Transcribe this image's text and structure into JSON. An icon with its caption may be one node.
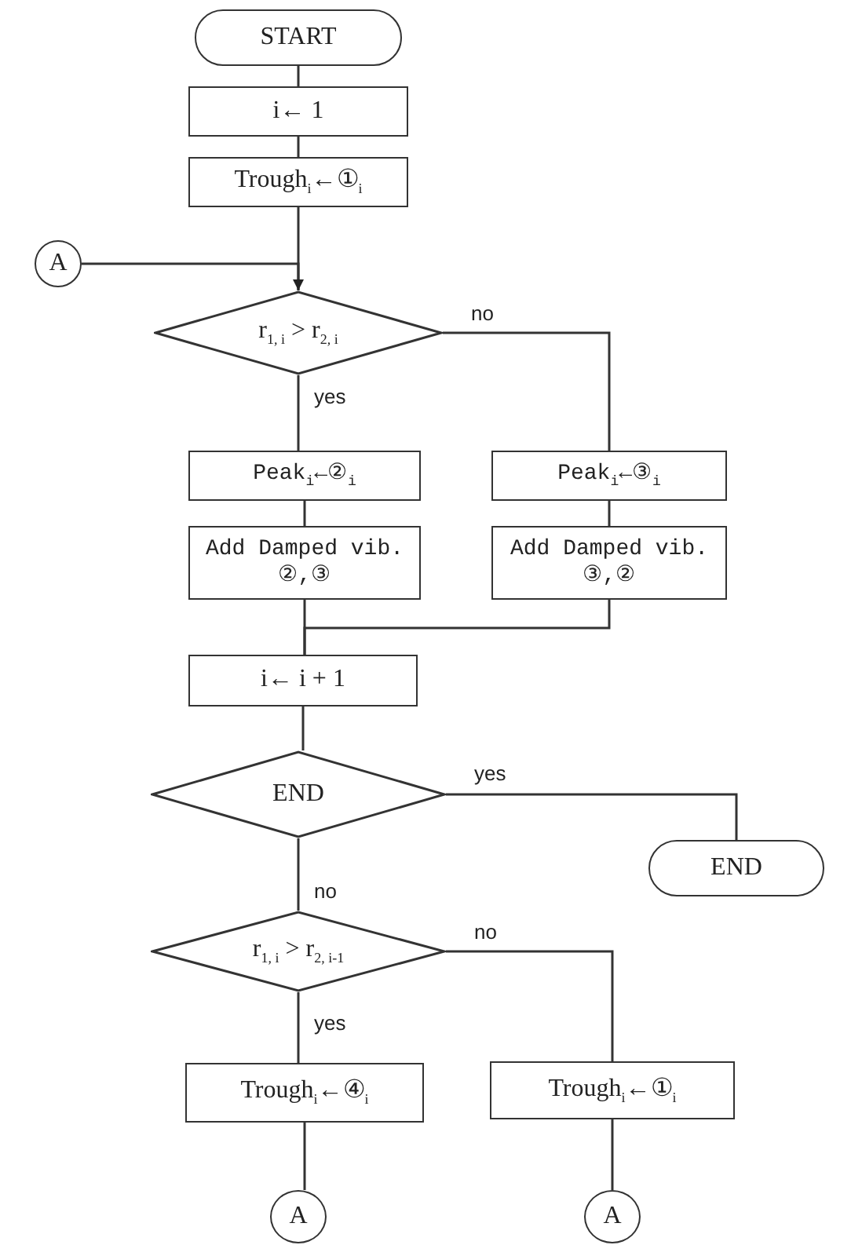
{
  "diagram": {
    "nodes": [
      {
        "text": [
          "START"
        ]
      },
      {
        "text": [
          "i← 1"
        ]
      },
      {
        "text": [
          "Trough$_{i}$←①$_{i}$"
        ]
      },
      {
        "text": [
          "A"
        ]
      },
      {
        "text": [
          "r$_{1, i}$ > r$_{2, i}$"
        ]
      },
      {
        "text": [
          "Peak$_{i}$←②$_{i}$"
        ]
      },
      {
        "text": [
          "Add Damped vib. ②,③"
        ]
      },
      {
        "text": [
          "Peak$_{i}$←③$_{i}$"
        ]
      },
      {
        "text": [
          "Add Damped vib. ③,②"
        ]
      },
      {
        "text": [
          "i← i + 1"
        ]
      },
      {
        "text": [
          "END"
        ]
      },
      {
        "text": [
          "END"
        ]
      },
      {
        "text": [
          "r$_{1, i}$ > r$_{2, i-1}$"
        ]
      },
      {
        "text": [
          "Trough$_{i}$←④$_{i}$"
        ]
      },
      {
        "text": [
          "Trough$_{i}$←①$_{i}$"
        ]
      },
      {
        "text": [
          "A"
        ]
      },
      {
        "text": [
          "A"
        ]
      }
    ],
    "edges": [
      {
        "from": 0,
        "to": 1,
        "arrow": "none"
      },
      {
        "from": 1,
        "to": 2,
        "arrow": "none"
      },
      {
        "from": 2,
        "to": 4,
        "arrow": "none"
      },
      {
        "from": 3,
        "to": 4,
        "arrow": "to"
      },
      {
        "from": 4,
        "to": 5,
        "label": "yes",
        "arrow": "none"
      },
      {
        "from": 4,
        "to": 7,
        "label": "no",
        "arrow": "none"
      },
      {
        "from": 5,
        "to": 6,
        "arrow": "none"
      },
      {
        "from": 7,
        "to": 8,
        "arrow": "none"
      },
      {
        "from": 6,
        "to": 9,
        "arrow": "none"
      },
      {
        "from": 8,
        "to": 9,
        "arrow": "none"
      },
      {
        "from": 9,
        "to": 10,
        "arrow": "none"
      },
      {
        "from": 10,
        "to": 11,
        "label": "yes",
        "arrow": "none"
      },
      {
        "from": 10,
        "to": 12,
        "label": "no",
        "arrow": "none"
      },
      {
        "from": 12,
        "to": 13,
        "label": "yes",
        "arrow": "none"
      },
      {
        "from": 12,
        "to": 14,
        "label": "no",
        "arrow": "none"
      },
      {
        "from": 13,
        "to": 15,
        "arrow": "none"
      },
      {
        "from": 14,
        "to": 16,
        "arrow": "none"
      }
    ]
  }
}
